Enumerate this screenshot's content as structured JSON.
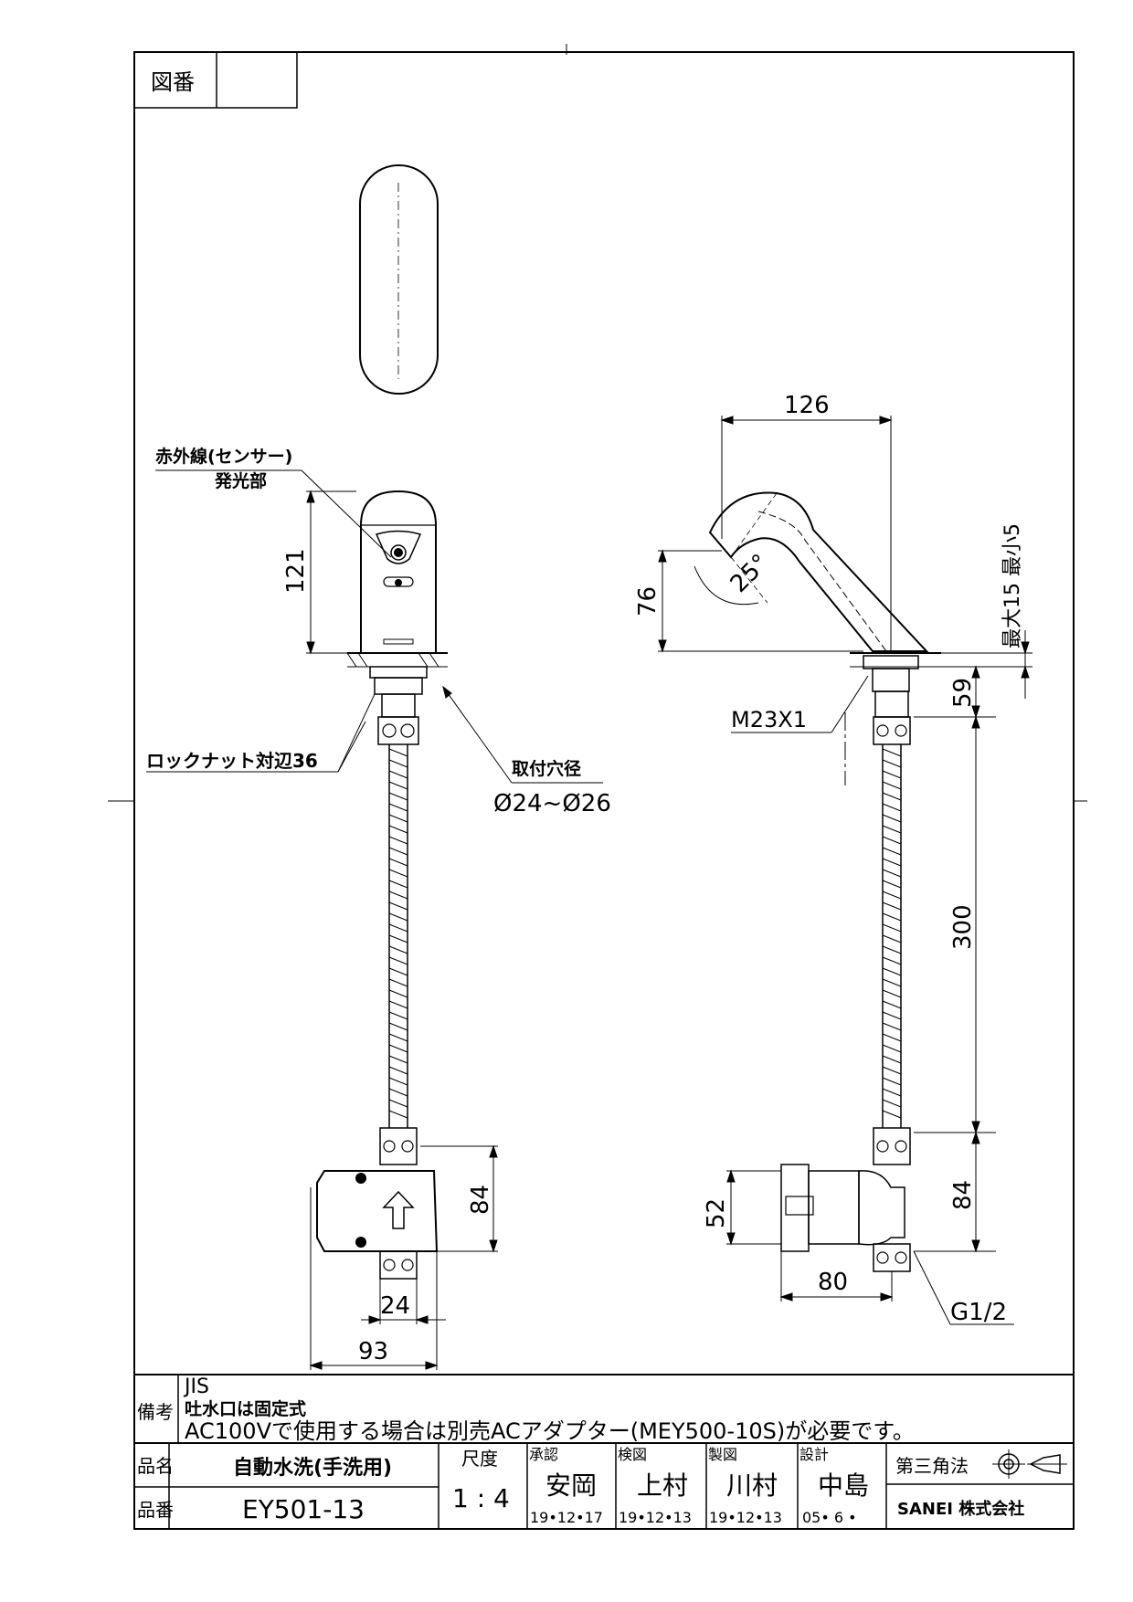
{
  "drawing_no_label": "図番",
  "drawing_no_value": "",
  "front_view": {
    "sensor_label_1": "赤外線(センサー)",
    "sensor_label_2": "発光部",
    "dim_height": "121",
    "locknut_label": "ロックナット対辺36",
    "hole_label": "取付穴径",
    "hole_value": "Ø24~Ø26",
    "valve_height": "84",
    "valve_port": "24",
    "valve_width": "93"
  },
  "side_view": {
    "dim_reach": "126",
    "dim_spout_height": "76",
    "angle": "25°",
    "counter_max_min": "最大15 最小5",
    "thread": "M23X1",
    "dim_59": "59",
    "dim_300": "300",
    "valve_height": "84",
    "valve_body": "52",
    "valve_width": "80",
    "connection": "G1/2"
  },
  "remarks": {
    "label": "備考",
    "line1": "JIS",
    "line2": "吐水口は固定式",
    "line3": "AC100Vで使用する場合は別売ACアダプター(MEY500-10S)が必要です。"
  },
  "title_block": {
    "name_label": "品名",
    "name_value": "自動水洗(手洗用)",
    "number_label": "品番",
    "number_value": "EY501-13",
    "scale_label": "尺度",
    "scale_value": "1 : 4",
    "approved_label": "承認",
    "approved_name": "安岡",
    "approved_date": "19•12•17",
    "checked_label": "検図",
    "checked_name": "上村",
    "checked_date": "19•12•13",
    "drawn_label": "製図",
    "drawn_name": "川村",
    "drawn_date": "19•12•13",
    "design_label": "設計",
    "design_name": "中島",
    "design_date": "05• 6 •",
    "projection_label": "第三角法",
    "company": "SANEI 株式会社"
  }
}
